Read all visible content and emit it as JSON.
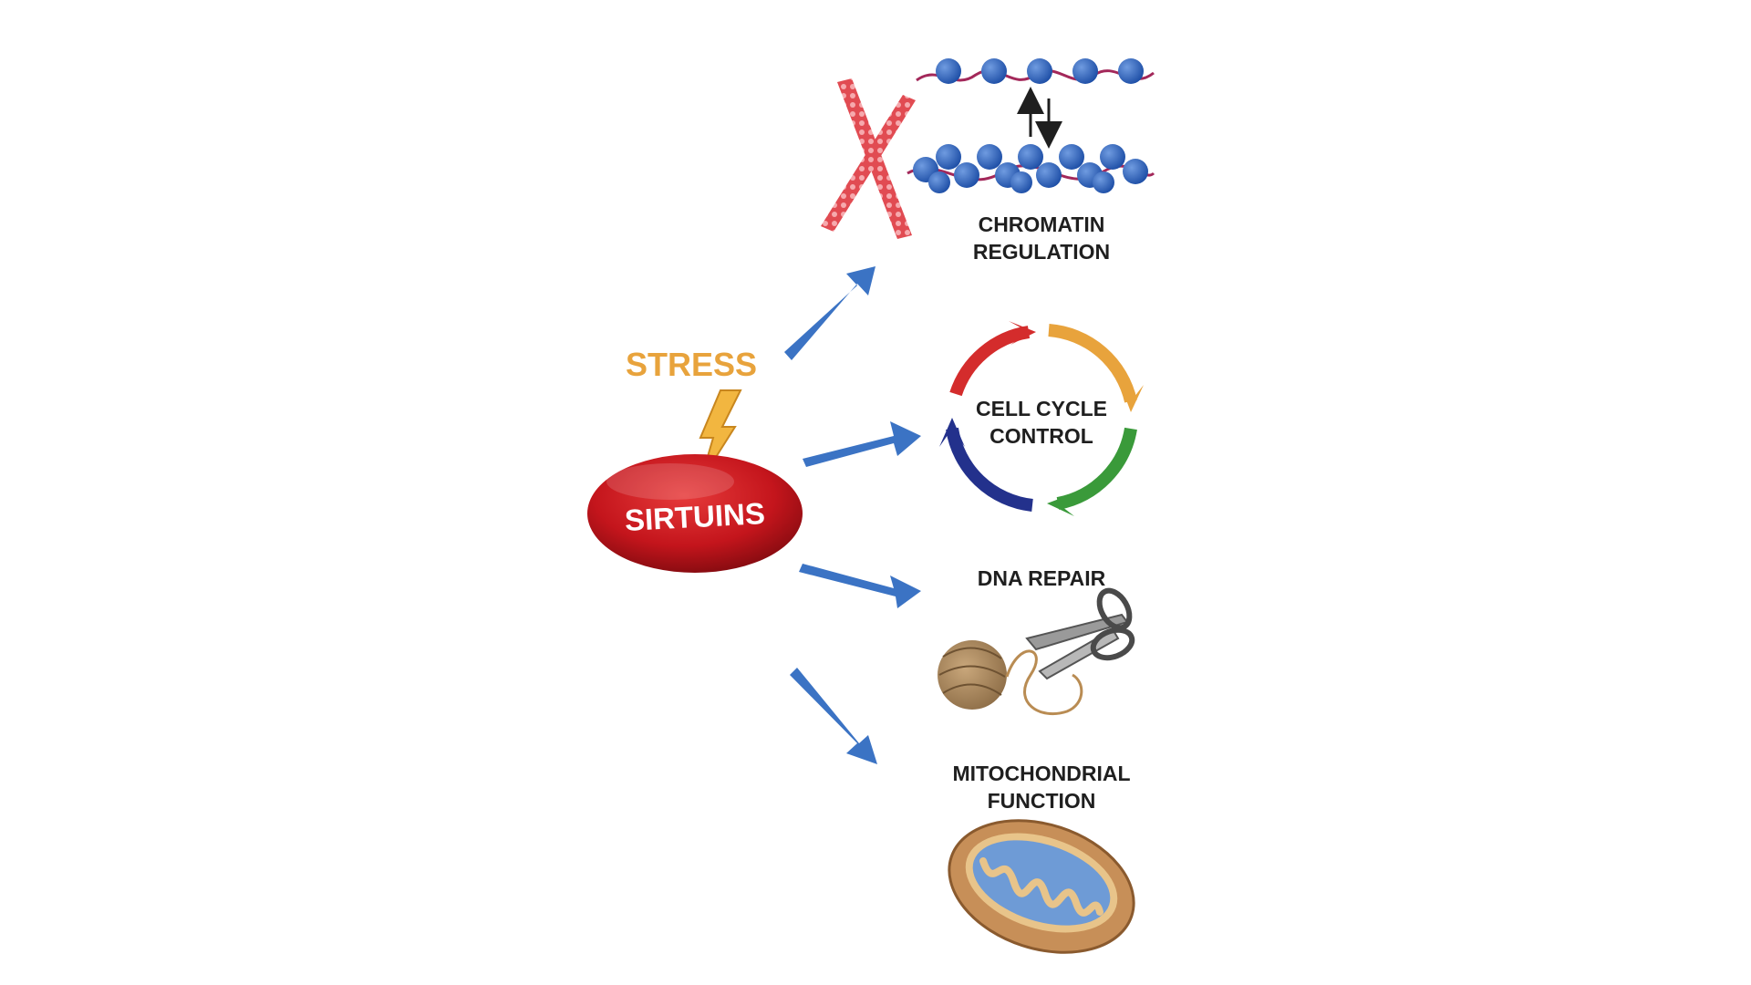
{
  "diagram": {
    "center": {
      "label": "SIRTUINS",
      "color": "#c4151c"
    },
    "trigger": {
      "label": "STRESS",
      "color": "#e8a33c"
    },
    "arrow_color": "#3b73c4",
    "outcomes": [
      {
        "line1": "CHROMATIN",
        "line2": "REGULATION",
        "icon": "chromatin-icon"
      },
      {
        "line1": "CELL CYCLE",
        "line2": "CONTROL",
        "icon": "cell-cycle-icon"
      },
      {
        "line1": "DNA REPAIR",
        "line2": "",
        "icon": "scissors-and-thread-icon"
      },
      {
        "line1": "MITOCHONDRIAL",
        "line2": "FUNCTION",
        "icon": "mitochondrion-icon"
      }
    ]
  }
}
